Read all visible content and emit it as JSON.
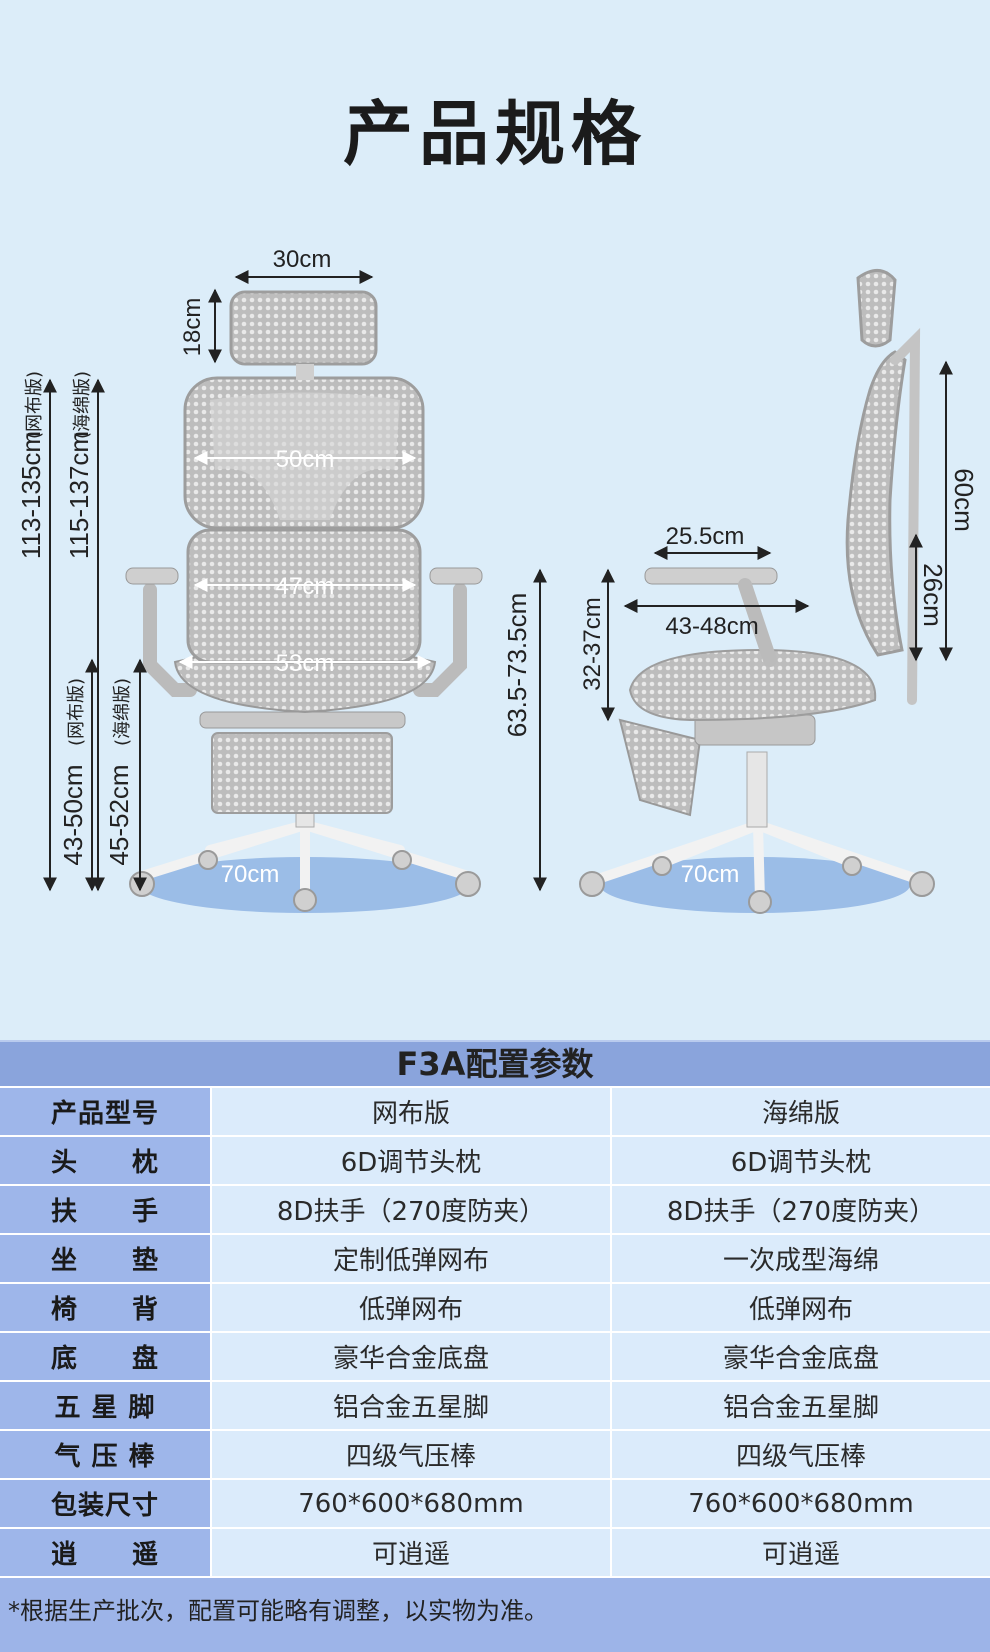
{
  "page": {
    "title": "产品规格",
    "colors": {
      "background": "#dcedf9",
      "table_header": "#8aa4dc",
      "label_column": "#9eb6ea",
      "cell": "#dbebfb"
    }
  },
  "front_view": {
    "headrest_width": "30cm",
    "headrest_height": "18cm",
    "back_upper_width": "50cm",
    "back_lower_width": "47cm",
    "seat_width": "53cm",
    "base_diameter": "70cm",
    "total_height_mesh": "113-135cm",
    "total_height_mesh_note": "(网布版)",
    "total_height_foam": "115-137cm",
    "total_height_foam_note": "(海绵版)",
    "seat_height_mesh": "43-50cm",
    "seat_height_mesh_note": "(网布版)",
    "seat_height_foam": "45-52cm",
    "seat_height_foam_note": "(海绵版)",
    "armrest_height": "63.5-73.5cm"
  },
  "side_view": {
    "back_height": "60cm",
    "lumbar_height": "26cm",
    "armrest_length": "25.5cm",
    "seat_depth": "43-48cm",
    "arm_to_seat": "32-37cm",
    "base_diameter": "70cm"
  },
  "spec_table": {
    "title": "F3A配置参数",
    "rows": [
      {
        "label": "产品型号",
        "mesh": "网布版",
        "foam": "海绵版"
      },
      {
        "label": "头　　枕",
        "mesh": "6D调节头枕",
        "foam": "6D调节头枕"
      },
      {
        "label": "扶　　手",
        "mesh": "8D扶手（270度防夹）",
        "foam": "8D扶手（270度防夹）"
      },
      {
        "label": "坐　　垫",
        "mesh": "定制低弹网布",
        "foam": "一次成型海绵"
      },
      {
        "label": "椅　　背",
        "mesh": "低弹网布",
        "foam": "低弹网布"
      },
      {
        "label": "底　　盘",
        "mesh": "豪华合金底盘",
        "foam": "豪华合金底盘"
      },
      {
        "label": "五 星 脚",
        "mesh": "铝合金五星脚",
        "foam": "铝合金五星脚"
      },
      {
        "label": "气 压 棒",
        "mesh": "四级气压棒",
        "foam": "四级气压棒"
      },
      {
        "label": "包装尺寸",
        "mesh": "760*600*680mm",
        "foam": "760*600*680mm"
      },
      {
        "label": "逍　　遥",
        "mesh": "可逍遥",
        "foam": "可逍遥"
      }
    ],
    "note": "*根据生产批次，配置可能略有调整，以实物为准。"
  }
}
